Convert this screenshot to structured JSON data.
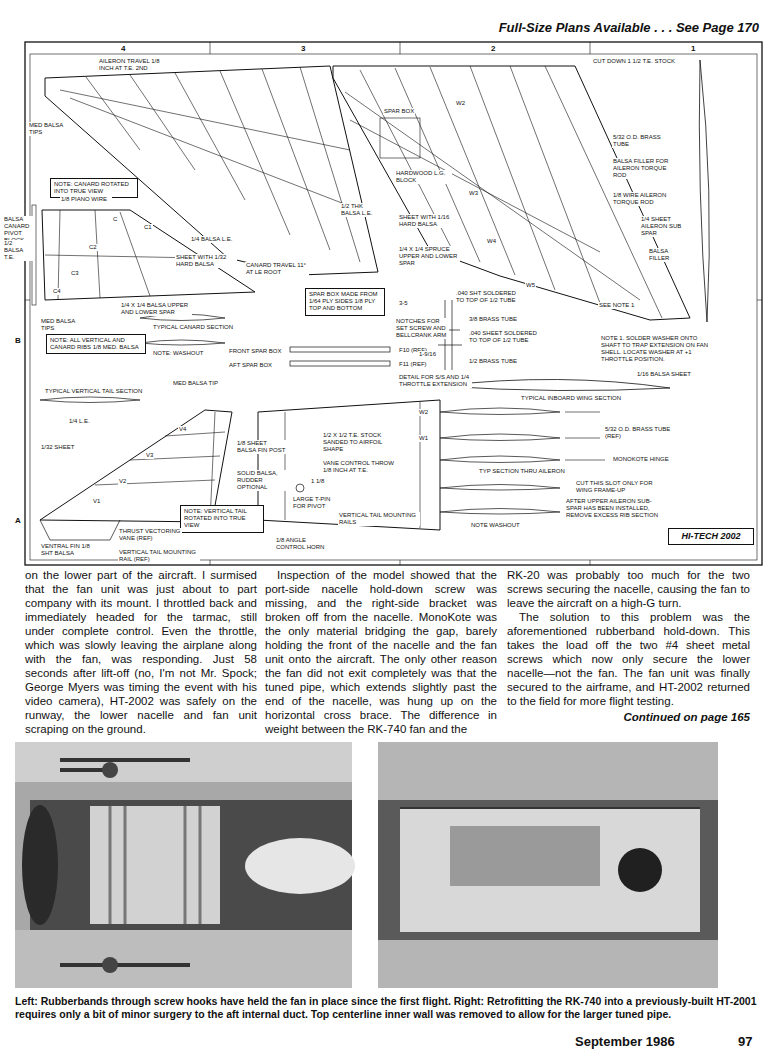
{
  "diagram": {
    "title": "Full-Size Plans Available . . . See Page 170",
    "caption": "Left: Rubberbands through screw hooks have held the fan in place since the first flight. Right: Retrofitting the RK-740 into a previously-built HT-2001 requires only a bit of minor surgery to the aft internal duct. Top centerline inner wall was removed to allow for the larger tuned pipe.",
    "nodes": [
      {
        "text": [
          "NOTE: CANARD ROTATED INTO TRUE VIEW"
        ]
      },
      {
        "text": [
          "NOTE: ALL VERTICAL AND CANARD RIBS 1/8 MED. BALSA"
        ]
      },
      {
        "text": [
          "SPAR BOX MADE FROM 1/64 PLY SIDES 1/8 PLY TOP AND BOTTOM"
        ]
      },
      {
        "text": [
          "NOTE: VERTICAL TAIL ROTATED INTO TRUE VIEW"
        ]
      },
      {
        "text": [
          "HI-TECH 2002"
        ]
      }
    ],
    "labels": [
      "4",
      "3",
      "2",
      "1",
      "AILERON TRAVEL 1/8 INCH AT T.E. 2ND",
      "CUT DOWN 1 1/2 T.E. STOCK",
      "MED BALSA TIPS",
      "W2",
      "SPAR BOX",
      "5/32 O.D. BRASS TUBE",
      "BALSA FILLER FOR AILERON TORQUE ROD",
      "HARDWOOD L.G. BLOCK",
      "1/8 WIRE AILERON TORQUE ROD",
      "W3",
      "1/2 THK BALSA L.E.",
      "SHEET WITH 1/16 HARD BALSA",
      "1/4 SHEET AILERON SUB SPAR",
      "1/8 PIANO WIRE",
      "BALSA CANARD PIVOT BLOCK",
      "1/2 BALSA T.E.",
      "C",
      "C1",
      "C2",
      "C3",
      "C4",
      "1/4 BALSA L.E.",
      "SHEET WITH 1/32 HARD BALSA",
      "CANARD TRAVEL 11° AT LE ROOT",
      "1/4 X 1/4 SPRUCE UPPER AND LOWER SPAR",
      "W4",
      "BALSA FILLER",
      "W5",
      "SEE NOTE 1",
      "1/4 X 1/4 BALSA UPPER AND LOWER SPAR",
      "MED BALSA TIPS",
      "TYPICAL CANARD SECTION",
      "NOTE: WASHOUT",
      "FRONT SPAR BOX",
      "AFT SPAR BOX",
      "F10 (REF)",
      "F11 (REF)",
      "NOTCHES FOR SET SCREW AND BELLCRANK ARM",
      "3-5",
      ".040 SHT SOLDERED TO TOP OF 1/2 TUBE",
      "3/8 BRASS TUBE",
      ".040 SHEET SOLDERED TO TOP OF 1/2 TUBE",
      "1-9/16",
      "1/2 BRASS TUBE",
      "DETAIL FOR S/S AND 1/4 THROTTLE EXTENSION",
      "NOTE 1. SOLDER WASHER ONTO SHAFT TO TRAP EXTENSION ON FAN SHELL. LOCATE WASHER AT +1 THROTTLE POSITION.",
      "1/16 BALSA SHEET",
      "TYPICAL INBOARD WING SECTION",
      "W2",
      "5/32 O.D. BRASS TUBE (REF)",
      "W1",
      "MONOKOTE HINGE",
      "TYP SECTION THRU AILERON",
      "CUT THIS SLOT ONLY FOR WING FRAME-UP",
      "AFTER UPPER AILERON SUB-SPAR HAS BEEN INSTALLED, REMOVE EXCESS RIB SECTION",
      "NOTE WASHOUT",
      "MED BALSA TIP",
      "TYPICAL VERTICAL TAIL SECTION",
      "1/4 L.E.",
      "1/32 SHEET",
      "V4",
      "V3",
      "1/8 SHEET BALSA FIN POST",
      "V2",
      "SOLID BALSA, RUDDER OPTIONAL",
      "V1",
      "VENTRAL FIN 1/8 SHT BALSA",
      "THRUST VECTORING VANE (REF)",
      "1/8 ANGLE CONTROL HORN",
      "VERTICAL TAIL MOUNTING RAIL (REF)",
      "1/2 X 1/2 T.E. STOCK SANDED TO AIRFOIL SHAPE",
      "VANE CONTROL THROW 1/8 INCH AT T.E.",
      "1 1/8",
      "LARGE T-PIN FOR PIVOT",
      "VERTICAL TAIL MOUNTING RAILS",
      "B",
      "A",
      "on the lower part of the aircraft. I surmised that the fan unit was just about to part company with its mount. I throttled back and immediately headed for the tarmac, still under complete control. Even the throttle, which was slowly leaving the airplane along with the fan, was responding. Just 58 seconds after lift-off (no, I'm not Mr. Spock; George Myers was timing the event with his video camera), HT-2002 was safely on the runway, the lower nacelle and fan unit scraping on the ground.",
      "Inspection of the model showed that the port-side nacelle hold-down screw was missing, and the right-side bracket was broken off from the nacelle. MonoKote was the only material bridging the gap, barely holding the front of the nacelle and the fan unit onto the aircraft. The only other reason the fan did not exit completely was that the tuned pipe, which extends slightly past the end of the nacelle, was hung up on the horizontal cross brace. The difference in weight between the RK-740 fan and the",
      "RK-20 was probably too much for the two screws securing the nacelle, causing the fan to leave the aircraft on a high-G turn.",
      "The solution to this problem was the aforementioned rubberband hold-down. This takes the load off the two #4 sheet metal screws which now only secure the lower nacelle—not the fan. The fan unit was finally secured to the airframe, and HT-2002 returned to the field for more flight testing.",
      "Continued on page 165",
      "September 1986",
      "97"
    ]
  }
}
